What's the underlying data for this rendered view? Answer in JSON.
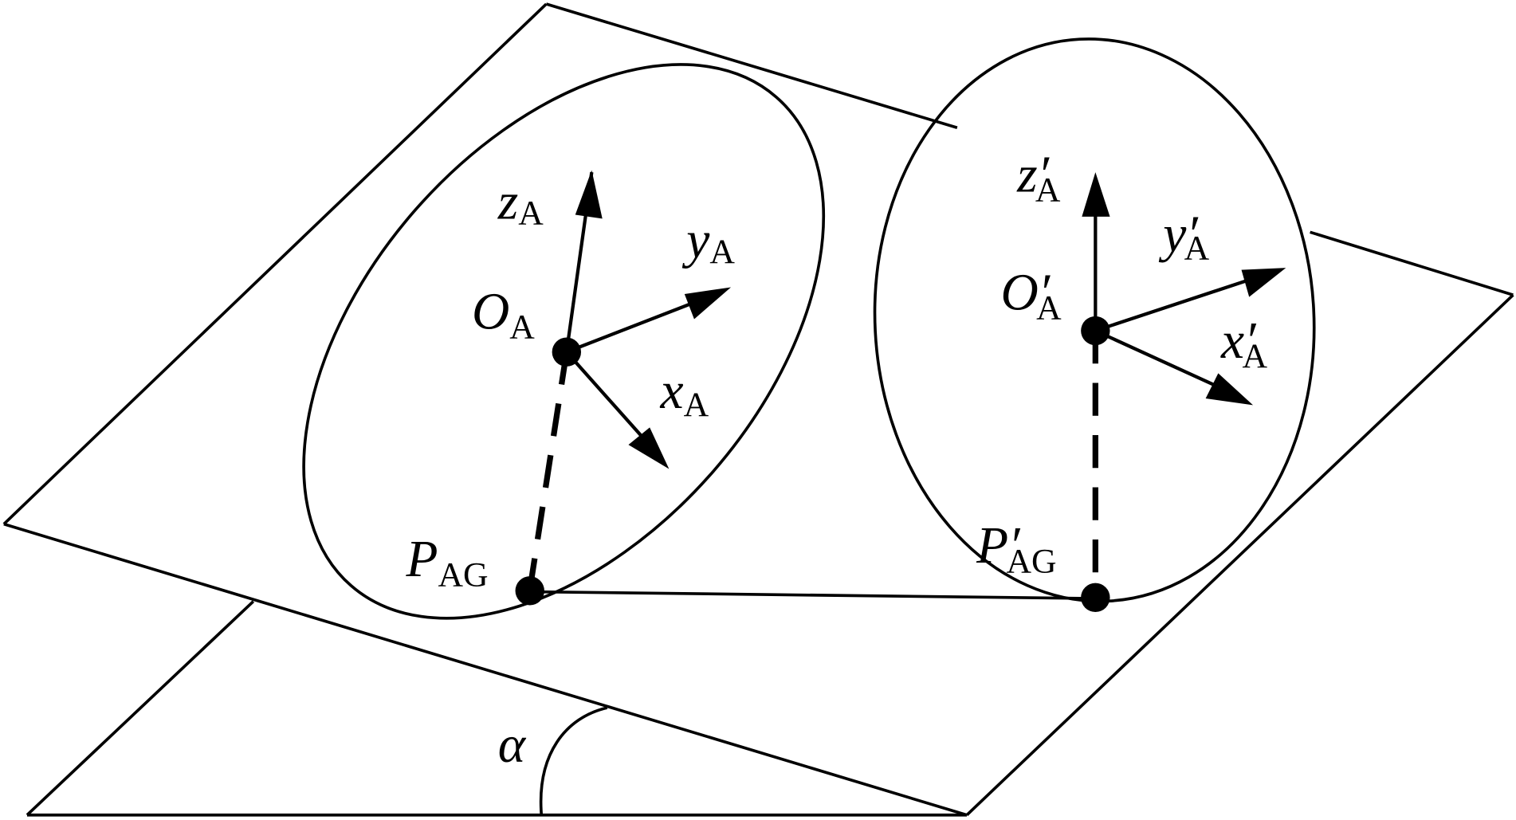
{
  "labels": {
    "zA": {
      "main": "z",
      "sub": "A"
    },
    "yA": {
      "main": "y",
      "sub": "A"
    },
    "xA": {
      "main": "x",
      "sub": "A"
    },
    "OA": {
      "main": "O",
      "sub": "A"
    },
    "PAG": {
      "main": "P",
      "sub": "AG"
    },
    "zA2": {
      "main": "z′",
      "sub": "A"
    },
    "yA2": {
      "main": "y′",
      "sub": "A"
    },
    "xA2": {
      "main": "x′",
      "sub": "A"
    },
    "OA2": {
      "main": "O′",
      "sub": "A"
    },
    "PAG2": {
      "main": "P′",
      "sub": "AG"
    },
    "alpha": "α"
  }
}
